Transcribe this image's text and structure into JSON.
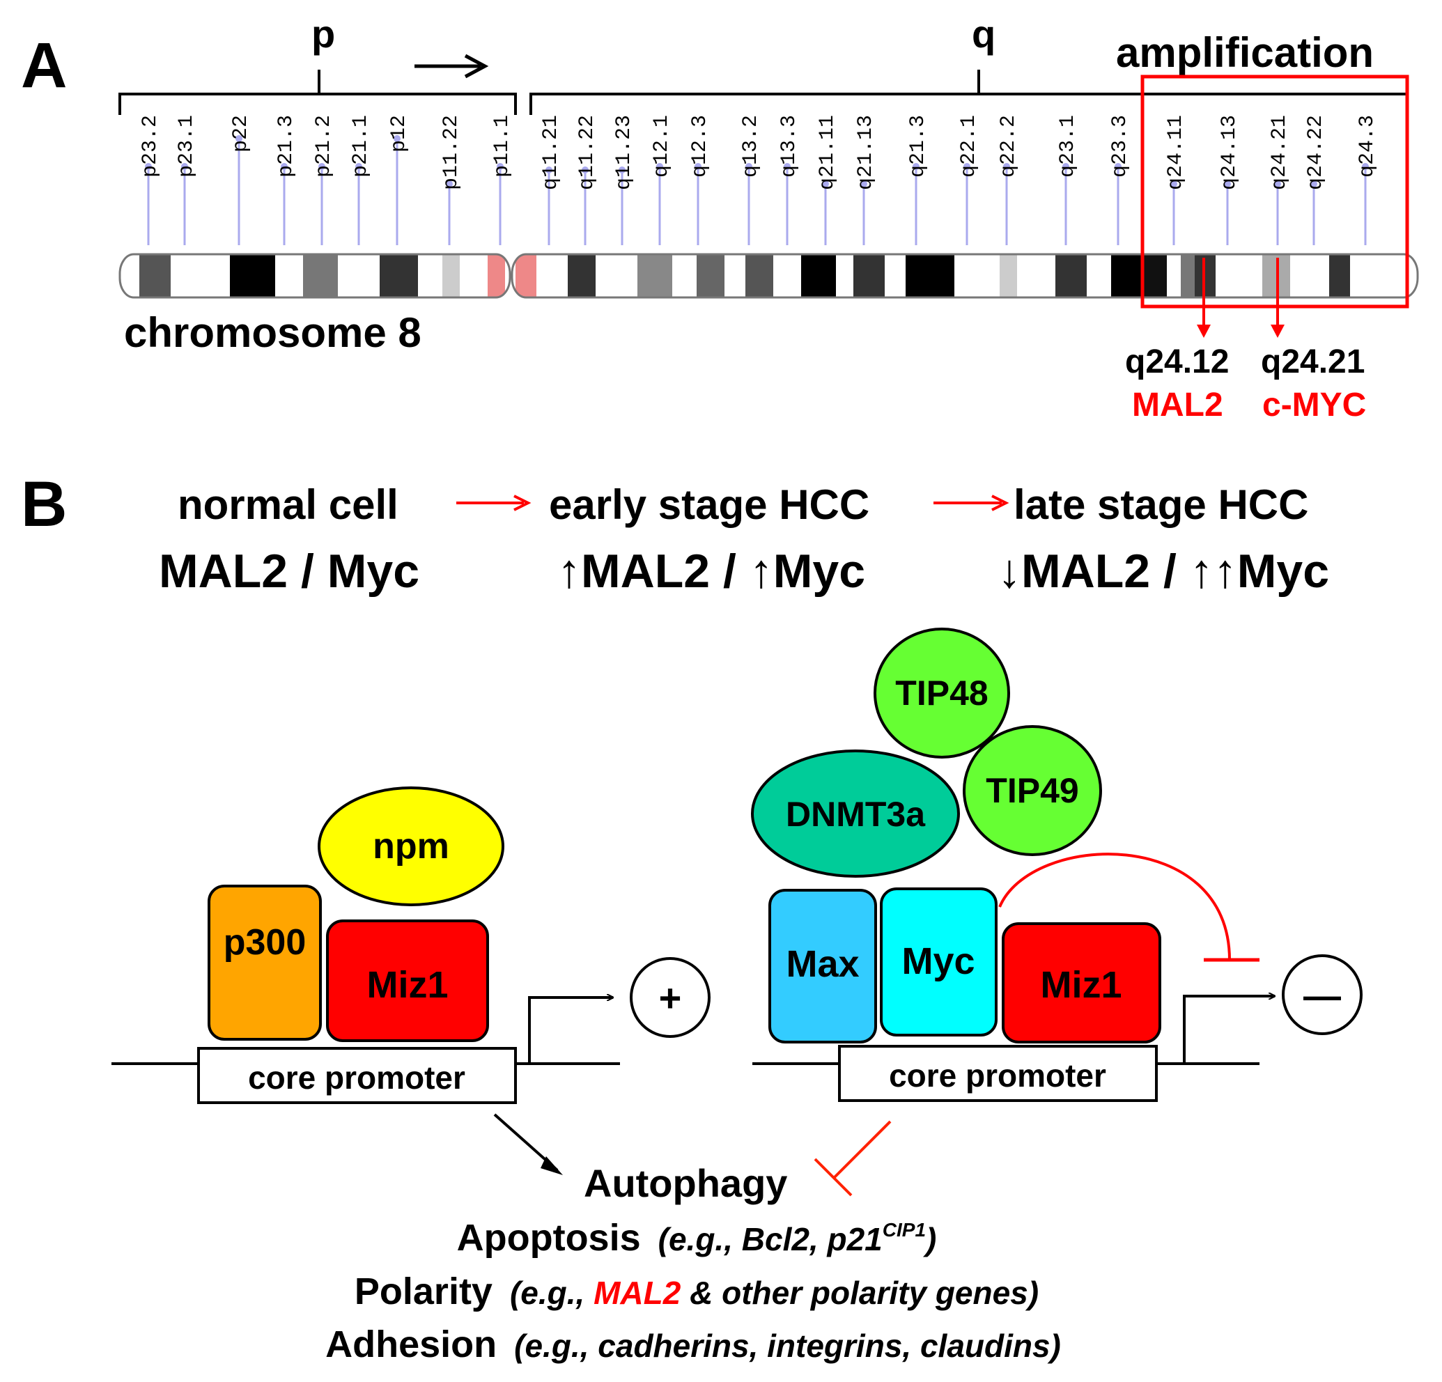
{
  "panel_a": {
    "label": "A",
    "p_arm": "p",
    "q_arm": "q",
    "amplification": "amplification",
    "chromosome": "chromosome 8",
    "p_bands": [
      "p23.2",
      "p23.1",
      "p22",
      "p21.3",
      "p21.2",
      "p21.1",
      "p12",
      "p11.22",
      "p11.1"
    ],
    "q_bands": [
      "q11.21",
      "q11.22",
      "q11.23",
      "q12.1",
      "q12.3",
      "q13.2",
      "q13.3",
      "q21.11",
      "q21.13",
      "q21.3",
      "q22.1",
      "q22.2",
      "q23.1",
      "q23.3",
      "q24.11",
      "q24.13",
      "q24.21",
      "q24.22",
      "q24.3"
    ],
    "locus1_band": "q24.12",
    "locus1_gene": "MAL2",
    "locus2_band": "q24.21",
    "locus2_gene": "c-MYC"
  },
  "panel_b": {
    "label": "B",
    "stage1": "normal cell",
    "stage2": "early stage HCC",
    "stage3": "late stage HCC",
    "expr1": "MAL2 / Myc",
    "expr2": "↑MAL2 / ↑Myc",
    "expr3": "↓MAL2 / ↑↑Myc",
    "left_complex": {
      "npm": "npm",
      "p300": "p300",
      "miz1": "Miz1",
      "promoter": "core promoter",
      "effect": "+"
    },
    "right_complex": {
      "tip48": "TIP48",
      "tip49": "TIP49",
      "dnmt3a": "DNMT3a",
      "max": "Max",
      "myc": "Myc",
      "miz1": "Miz1",
      "promoter": "core promoter",
      "effect": "—"
    },
    "processes": {
      "autophagy": "Autophagy",
      "apoptosis": "Apoptosis",
      "apoptosis_eg_prefix": "(e.g., Bcl2, p21",
      "apoptosis_eg_sup": "CIP1",
      "apoptosis_eg_suffix": ")",
      "polarity": "Polarity",
      "polarity_eg_prefix": "(e.g., ",
      "polarity_eg_gene": "MAL2",
      "polarity_eg_suffix": " & other polarity genes)",
      "adhesion": "Adhesion",
      "adhesion_eg": "(e.g., cadherins, integrins, claudins)"
    }
  },
  "colors": {
    "red": "#ff0000",
    "npm": "#ffff00",
    "p300": "#ffa500",
    "miz1": "#ff0000",
    "tip": "#66ff33",
    "dnmt3a": "#00cc99",
    "max": "#33ccff",
    "myc": "#00ffff",
    "band_stalk": "#aaaaee"
  }
}
